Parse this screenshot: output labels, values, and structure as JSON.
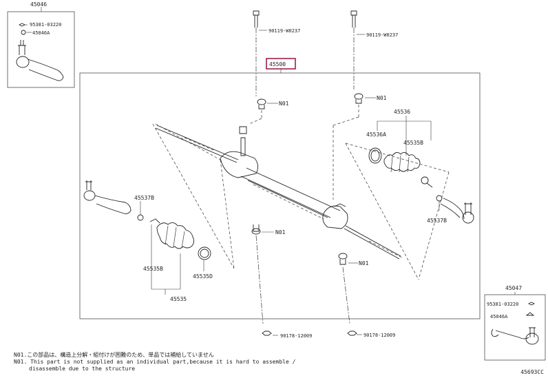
{
  "labels": {
    "tie_rod_end_left_kit": "45046",
    "nut_left_kit": "95381-03220",
    "tie_rod_end_left_sub": "45046A",
    "gear_assy": "45500",
    "bolt_left": "90119-W0237",
    "bolt_right": "90119-W0237",
    "n01_upper_left": "N01",
    "n01_upper_right": "N01",
    "n01_lower_center": "N01",
    "n01_lower_right": "N01",
    "boot_kit_right": "45536",
    "clamp_right_a": "45536A",
    "boot_clip_right": "45535B",
    "clip_left_upper": "45537B",
    "clip_right_lower": "45537B",
    "boot_left_b": "45535B",
    "boot_left_d": "45535D",
    "boot_kit_left": "45535",
    "nut_bottom_left": "90178-12009",
    "nut_bottom_right": "90178-12009",
    "tie_rod_end_right_kit": "45047",
    "nut_right_kit": "95381-03220",
    "tie_rod_end_right_sub": "45046A"
  },
  "notes": {
    "jp": "N01.この部品は、構造上分解・組付けが困難のため、単品では補給していません",
    "en_line1": "N01. This part is not supplied as an individual part,because it is hard to assemble /",
    "en_line2": "disassemble due to the structure"
  },
  "figure_code": "45693CC",
  "colors": {
    "highlight_box": "#9c1f4a",
    "line": "#222222"
  }
}
